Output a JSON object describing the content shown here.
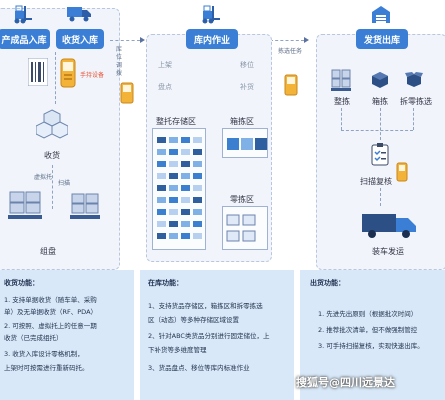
{
  "left": {
    "btn_produce": "产成品入库",
    "btn_receive": "收货入库",
    "device": "手持设备",
    "step_receive": "收货",
    "step_virtual": "虚拟托",
    "step_scan": "扫描",
    "step_pallet": "组盘"
  },
  "flow": {
    "to_storage": "库位调拨",
    "pick_task": "拣选任务"
  },
  "middle": {
    "title": "库内作业",
    "op_shelve": "上架",
    "op_move": "移位",
    "op_count": "盘点",
    "op_replenish": "补货",
    "zone_pallet": "整托存储区",
    "zone_box": "箱拣区",
    "zone_piece": "零拣区"
  },
  "right": {
    "title": "发货出库",
    "pick_full": "整拣",
    "pick_box": "箱拣",
    "pick_split": "拆零拣选",
    "scan_review": "扫描复核",
    "ship": "装车发运"
  },
  "notes": {
    "left_title": "收货功能：",
    "left_lines": [
      "1. 支持单据收货（随车单、采购",
      "单）及无单据收货（RF、PDA）",
      "2. 可按照、虚拟托上的任意一期",
      "收货（已完成组托）",
      "3. 收货入库设计零格机制，",
      "上架时可按需进行重新码托。"
    ],
    "mid_title": "在库功能：",
    "mid_lines": [
      "1、支持货品存储区，箱拣区和拆零拣选",
      "区（动态）等多种存储区域设置",
      "2、针对ABC类货品分别进行固定储位，上",
      "下补货等多维度管理",
      "3、货品盘点、移位等库内标准作业"
    ],
    "right_title": "出货功能：",
    "right_lines": [
      "1. 先进先出原则（根据批次时间）",
      "2. 推荐批次清单，但不做强制管控",
      "3. 可手持扫描复核，实现快速出库。"
    ]
  },
  "watermark": "搜狐号@四川远景达",
  "colors": {
    "accent": "#3a7fd5",
    "panel": "#f1f5fb",
    "notes_bg": "#d8e8f8",
    "device_yellow": "#f3b338"
  },
  "icons": [
    "forklift-icon",
    "truck-icon",
    "warehouse-icon",
    "box-icon",
    "clipboard-icon",
    "barcode-icon"
  ]
}
